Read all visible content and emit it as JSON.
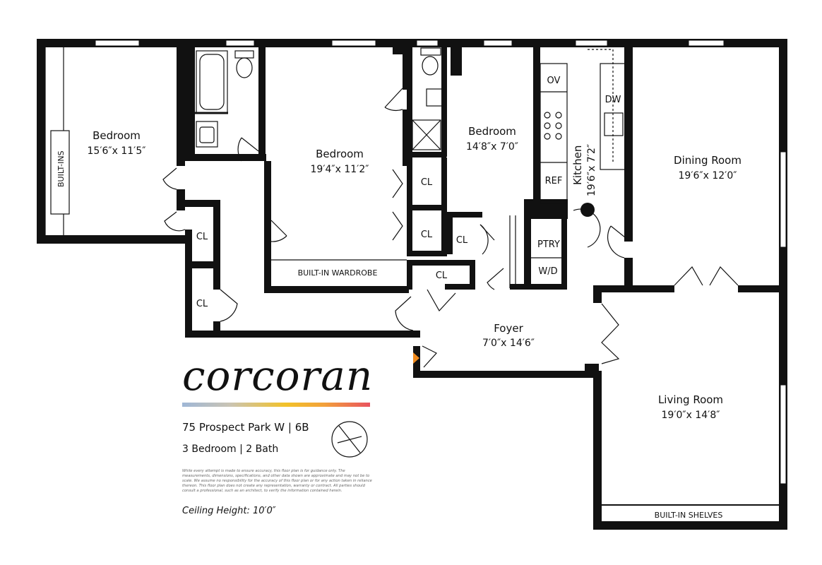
{
  "rooms": {
    "bedroom_left": {
      "name": "Bedroom",
      "dim": "15′6″x 11′5″"
    },
    "bedroom_center": {
      "name": "Bedroom",
      "dim": "19′4″x 11′2″"
    },
    "bedroom_right": {
      "name": "Bedroom",
      "dim": "14′8″x 7′0″"
    },
    "kitchen": {
      "name": "Kitchen",
      "dim": "19′6″x 7′2″"
    },
    "dining": {
      "name": "Dining Room",
      "dim": "19′6″x 12′0″"
    },
    "foyer": {
      "name": "Foyer",
      "dim": "7′0″x 14′6″"
    },
    "living": {
      "name": "Living Room",
      "dim": "19′0″x 14′8″"
    }
  },
  "labels": {
    "built_ins": "BUILT-INS",
    "built_in_wardrobe": "BUILT-IN WARDROBE",
    "built_in_shelves": "BUILT-IN SHELVES",
    "closet": "CL",
    "oven": "OV",
    "dishwasher": "DW",
    "refrigerator": "REF",
    "pantry": "PTRY",
    "washer_dryer": "W/D"
  },
  "branding": {
    "logo": "corcoran",
    "address": "75 Prospect Park W | 6B",
    "beds_baths": "3 Bedroom | 2 Bath",
    "disclaimer": "While every attempt is made to ensure accuracy, this floor plan is for guidance only. The measurements, dimensions, specifications, and other data shown are approximate and may not be to scale. We assume no responsibility for the accuracy of this floor plan or for any action taken in reliance thereon. This floor plan does not create any representation, warranty or contract. All parties should consult a professional, such as an architect, to verify the information contained herein.",
    "ceiling": "Ceiling Height: 10′0″"
  },
  "colors": {
    "wall": "#111111",
    "entry_marker": "#f08a1c"
  }
}
